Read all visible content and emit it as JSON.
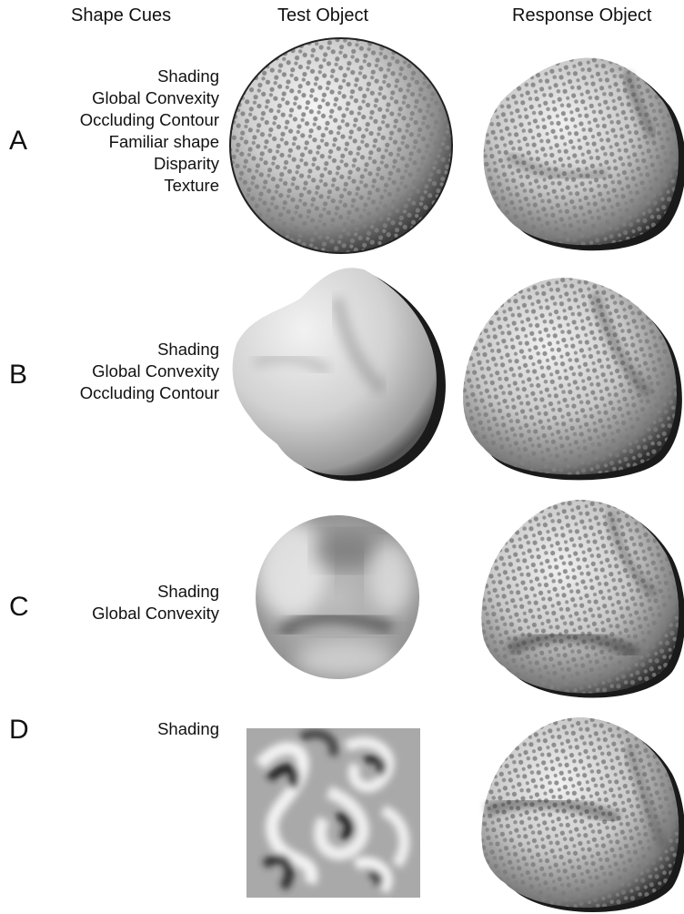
{
  "headers": {
    "shape_cues": "Shape Cues",
    "test_object": "Test Object",
    "response_object": "Response Object"
  },
  "rows": [
    {
      "letter": "A",
      "cues": [
        "Shading",
        "Global Convexity",
        "Occluding Contour",
        "Familiar shape",
        "Disparity",
        "Texture"
      ]
    },
    {
      "letter": "B",
      "cues": [
        "Shading",
        "Global Convexity",
        "Occluding Contour"
      ]
    },
    {
      "letter": "C",
      "cues": [
        "Shading",
        "Global Convexity"
      ]
    },
    {
      "letter": "D",
      "cues": [
        "Shading"
      ]
    }
  ]
}
